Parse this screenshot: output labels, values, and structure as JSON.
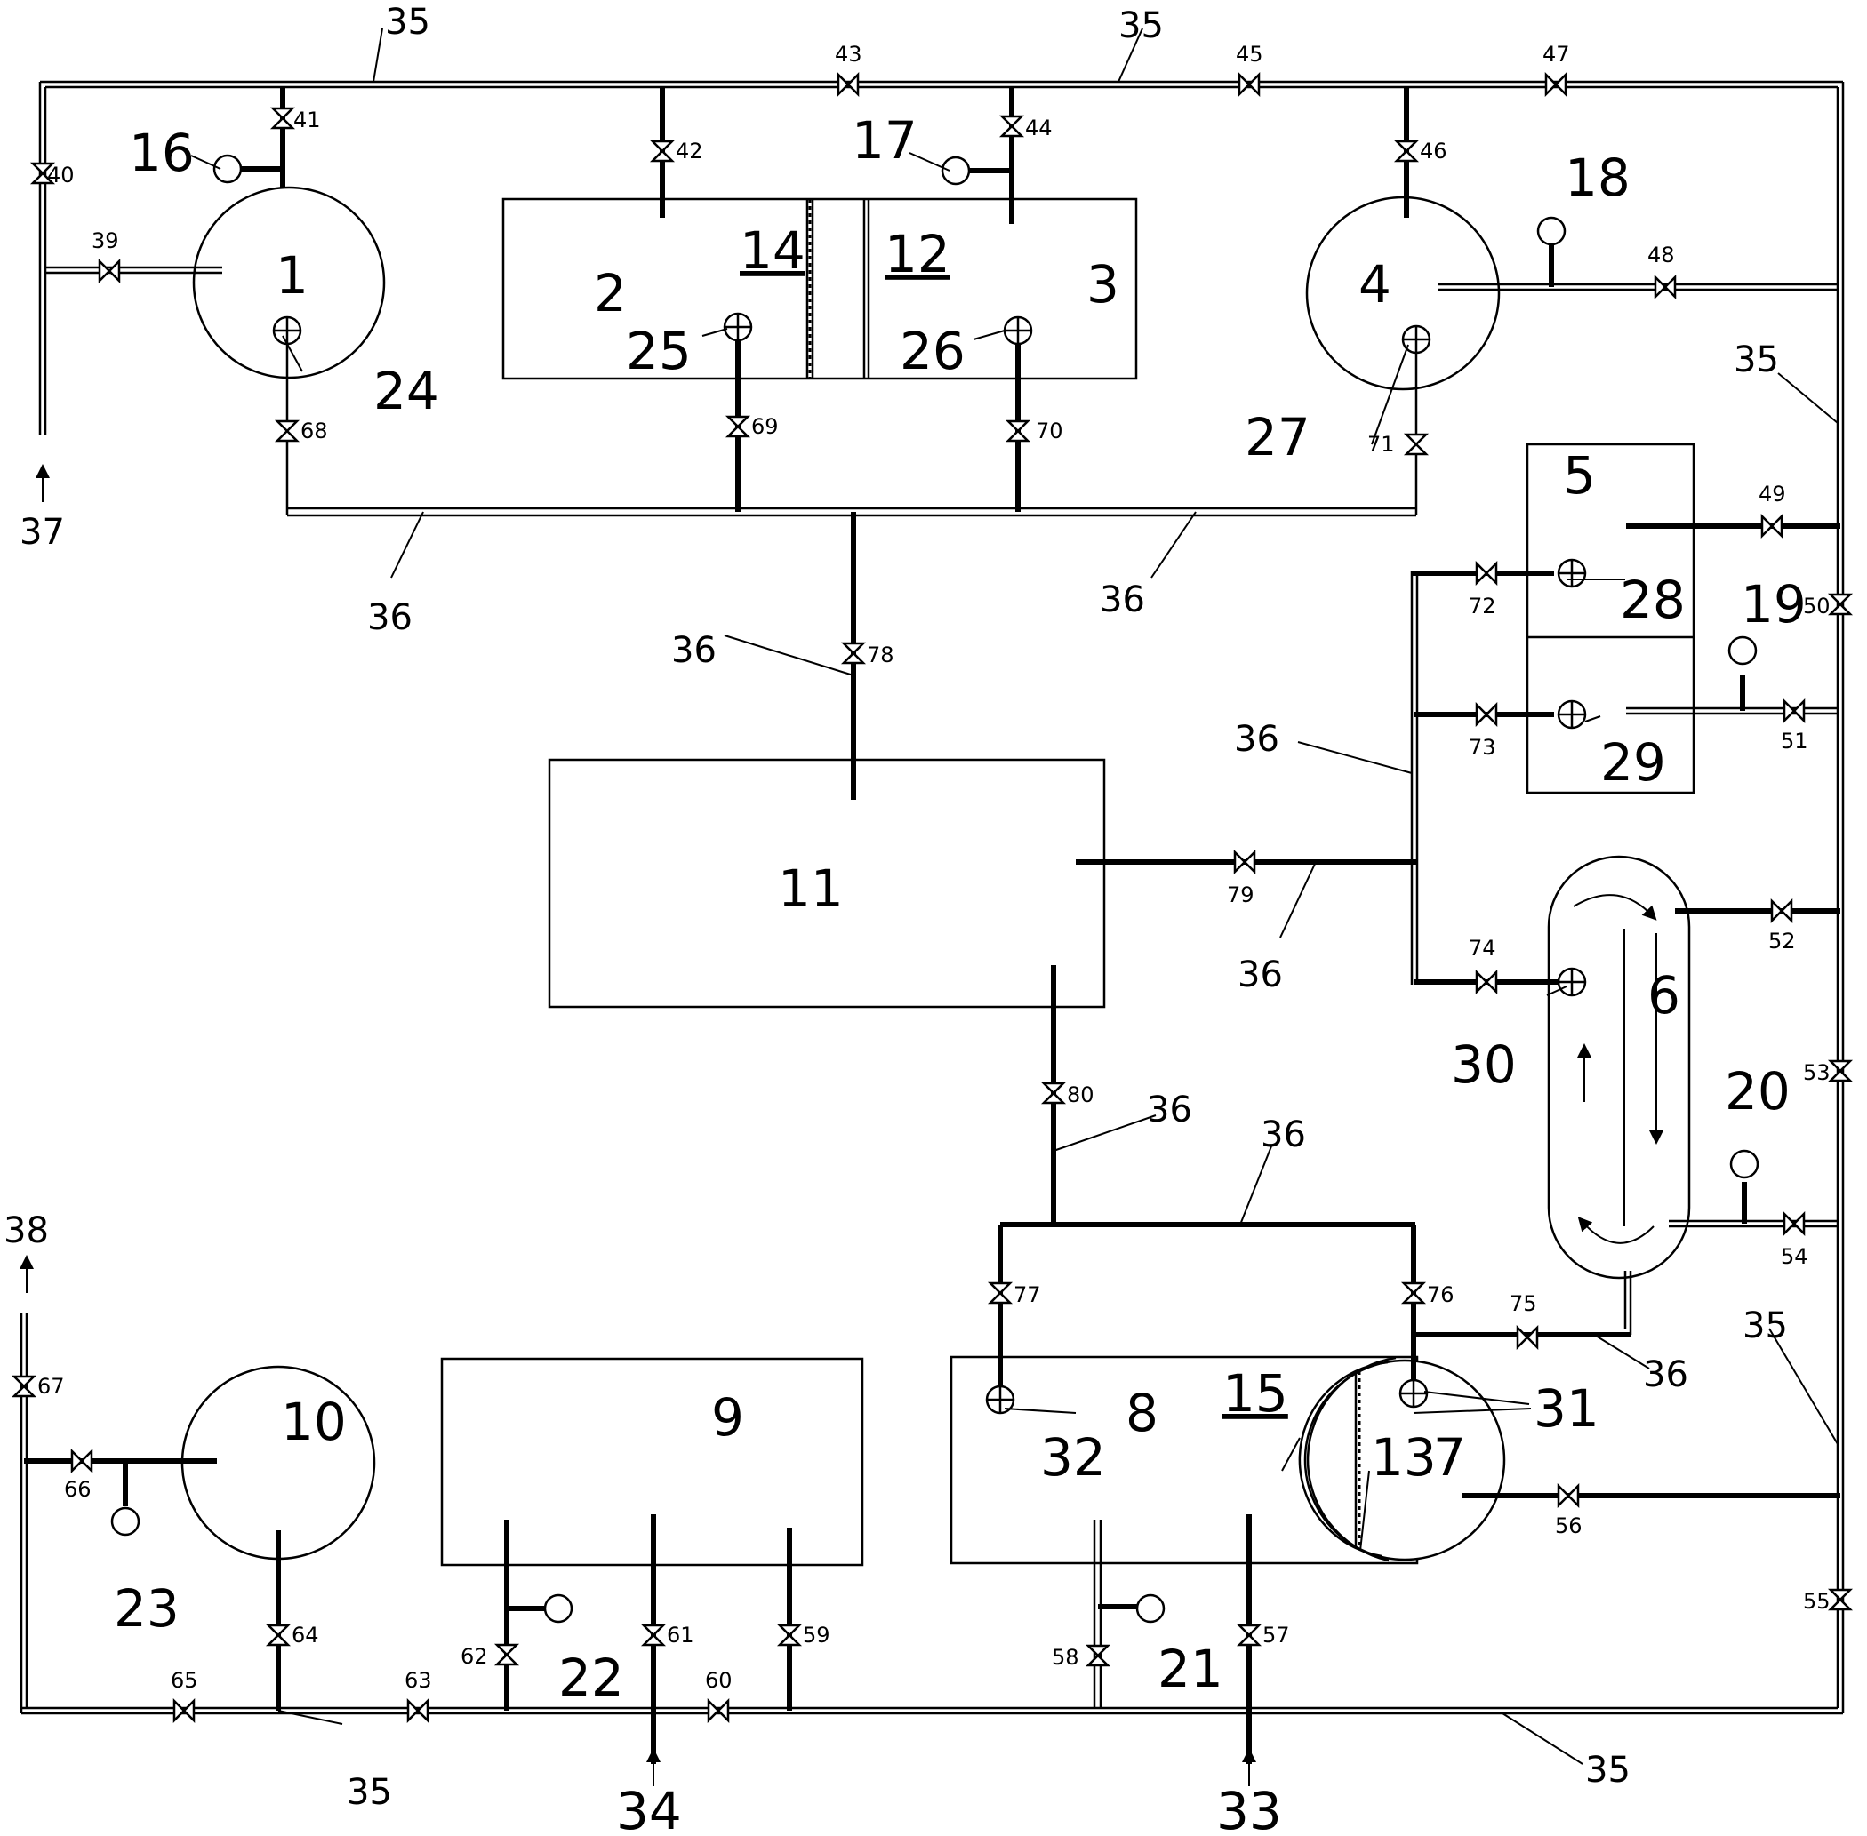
{
  "equipment": {
    "e1": "1",
    "e2": "2",
    "e3": "3",
    "e4": "4",
    "e5": "5",
    "e6": "6",
    "e7": "7",
    "e8": "8",
    "e9": "9",
    "e10": "10",
    "e11": "11",
    "e12": "12",
    "e13": "13",
    "e14": "14",
    "e15": "15"
  },
  "instruments": {
    "i16": "16",
    "i17": "17",
    "i18": "18",
    "i19": "19",
    "i20": "20",
    "i21": "21",
    "i22": "22",
    "i23": "23",
    "i24": "24",
    "i25": "25",
    "i26": "26",
    "i27": "27",
    "i28": "28",
    "i29": "29",
    "i30": "30",
    "i31": "31",
    "i32": "32"
  },
  "pipes": {
    "p33": "33",
    "p34": "34",
    "p35": "35",
    "p36": "36",
    "p37": "37",
    "p38": "38"
  },
  "valves": {
    "v39": "39",
    "v40": "40",
    "v41": "41",
    "v42": "42",
    "v43": "43",
    "v44": "44",
    "v45": "45",
    "v46": "46",
    "v47": "47",
    "v48": "48",
    "v49": "49",
    "v50": "50",
    "v51": "51",
    "v52": "52",
    "v53": "53",
    "v54": "54",
    "v55": "55",
    "v56": "56",
    "v57": "57",
    "v58": "58",
    "v59": "59",
    "v60": "60",
    "v61": "61",
    "v62": "62",
    "v63": "63",
    "v64": "64",
    "v65": "65",
    "v66": "66",
    "v67": "67",
    "v68": "68",
    "v69": "69",
    "v70": "70",
    "v71": "71",
    "v72": "72",
    "v73": "73",
    "v74": "74",
    "v75": "75",
    "v76": "76",
    "v77": "77",
    "v78": "78",
    "v79": "79",
    "v80": "80"
  }
}
